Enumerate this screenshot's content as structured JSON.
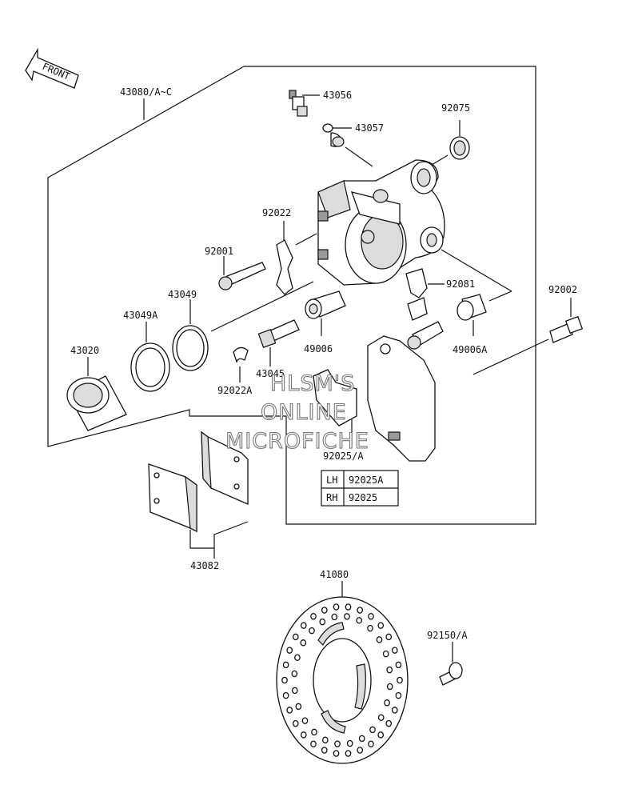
{
  "front_arrow": {
    "label": "FRONT"
  },
  "parts": {
    "p43080": "43080/A~C",
    "p43056": "43056",
    "p43057": "43057",
    "p92075": "92075",
    "p92022": "92022",
    "p92001": "92001",
    "p43049": "43049",
    "p43049A": "43049A",
    "p43020": "43020",
    "p92081": "92081",
    "p92002": "92002",
    "p49006": "49006",
    "p49006A": "49006A",
    "p43045": "43045",
    "p92022A": "92022A",
    "p92025A": "92025/A",
    "p43082": "43082",
    "p41080": "41080",
    "p92150A": "92150/A"
  },
  "side_table": {
    "rows": [
      {
        "side": "LH",
        "part": "92025A"
      },
      {
        "side": "RH",
        "part": "92025"
      }
    ]
  },
  "watermark": {
    "line1": "HLSM'S",
    "line2": "ONLINE",
    "line3": "MICROFICHE"
  }
}
